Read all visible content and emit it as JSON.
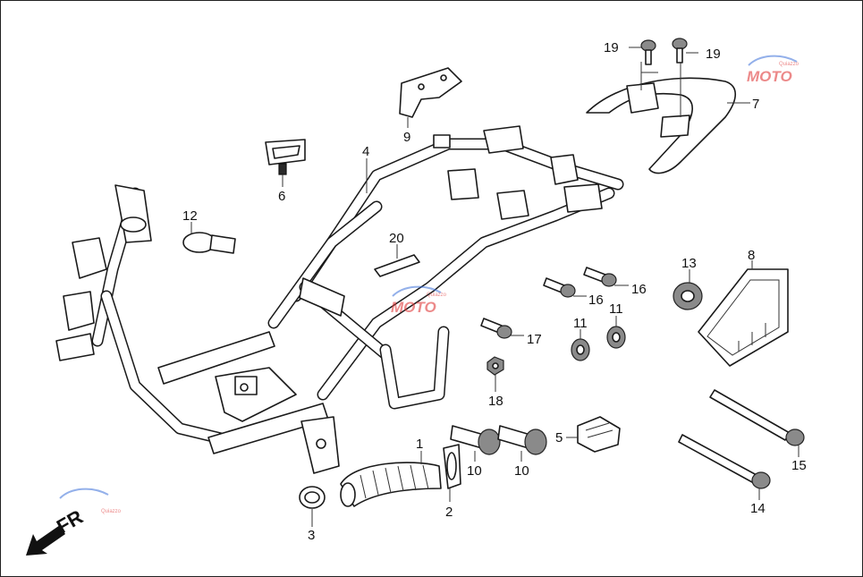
{
  "callouts": [
    {
      "id": "c1",
      "label": "1"
    },
    {
      "id": "c2",
      "label": "2"
    },
    {
      "id": "c3",
      "label": "3"
    },
    {
      "id": "c4",
      "label": "4"
    },
    {
      "id": "c5",
      "label": "5"
    },
    {
      "id": "c6",
      "label": "6"
    },
    {
      "id": "c7",
      "label": "7"
    },
    {
      "id": "c8",
      "label": "8"
    },
    {
      "id": "c9",
      "label": "9"
    },
    {
      "id": "c10a",
      "label": "10"
    },
    {
      "id": "c10b",
      "label": "10"
    },
    {
      "id": "c11a",
      "label": "11"
    },
    {
      "id": "c11b",
      "label": "11"
    },
    {
      "id": "c12",
      "label": "12"
    },
    {
      "id": "c13",
      "label": "13"
    },
    {
      "id": "c14",
      "label": "14"
    },
    {
      "id": "c15",
      "label": "15"
    },
    {
      "id": "c16a",
      "label": "16"
    },
    {
      "id": "c16b",
      "label": "16"
    },
    {
      "id": "c17",
      "label": "17"
    },
    {
      "id": "c18",
      "label": "18"
    },
    {
      "id": "c19a",
      "label": "19"
    },
    {
      "id": "c19b",
      "label": "19"
    },
    {
      "id": "c20",
      "label": "20"
    }
  ],
  "direction_label": "FR",
  "watermark": {
    "text": "MOTO",
    "subtext": "Quiazzo"
  },
  "colors": {
    "line": "#1a1a1a",
    "watermark": "#e03a3a",
    "background": "#ffffff"
  }
}
